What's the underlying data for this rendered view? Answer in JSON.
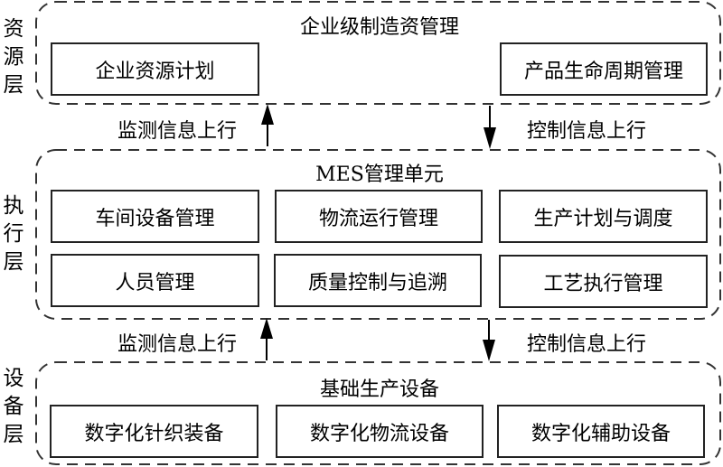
{
  "diagram": {
    "layers": [
      {
        "id": "resource",
        "side_label": [
          "资",
          "源",
          "层"
        ],
        "title": "企业级制造资管理",
        "modules": [
          "企业资源计划",
          "产品生命周期管理"
        ]
      },
      {
        "id": "execution",
        "side_label": [
          "执",
          "行",
          "层"
        ],
        "title": "MES管理单元",
        "modules": [
          "车间设备管理",
          "物流运行管理",
          "生产计划与调度",
          "人员管理",
          "质量控制与追溯",
          "工艺执行管理"
        ]
      },
      {
        "id": "equipment",
        "side_label": [
          "设",
          "备",
          "层"
        ],
        "title": "基础生产设备",
        "modules": [
          "数字化针织装备",
          "数字化物流设备",
          "数字化辅助设备"
        ]
      }
    ],
    "flows": [
      {
        "between": "resource-execution",
        "up_label": "监测信息上行",
        "down_label": "控制信息上行"
      },
      {
        "between": "execution-equipment",
        "up_label": "监测信息上行",
        "down_label": "控制信息上行"
      }
    ]
  }
}
